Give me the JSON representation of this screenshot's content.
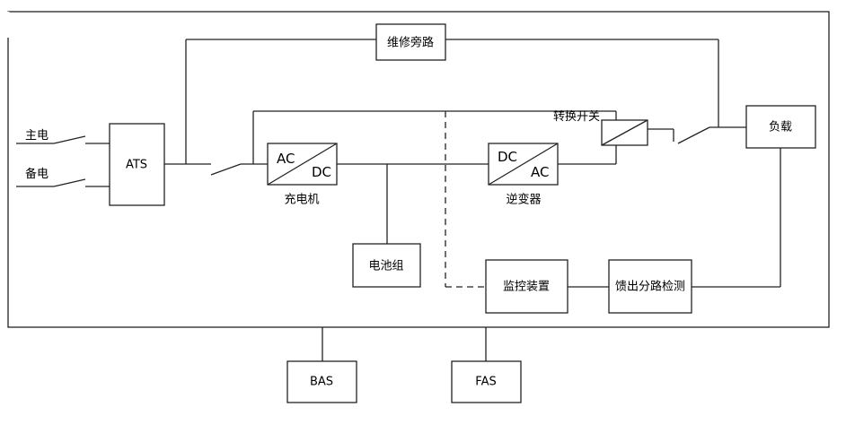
{
  "diagram": {
    "source_main": "主电",
    "source_backup": "备电",
    "ats": "ATS",
    "bypass": "维修旁路",
    "charger": {
      "in": "AC",
      "out": "DC",
      "caption": "充电机"
    },
    "battery": "电池组",
    "inverter": {
      "in": "DC",
      "out": "AC",
      "caption": "逆变器"
    },
    "transfer_switch": "转换开关",
    "load": "负载",
    "monitor": "监控装置",
    "feeder_detection": "馈出分路检测",
    "bas": "BAS",
    "fas": "FAS"
  }
}
